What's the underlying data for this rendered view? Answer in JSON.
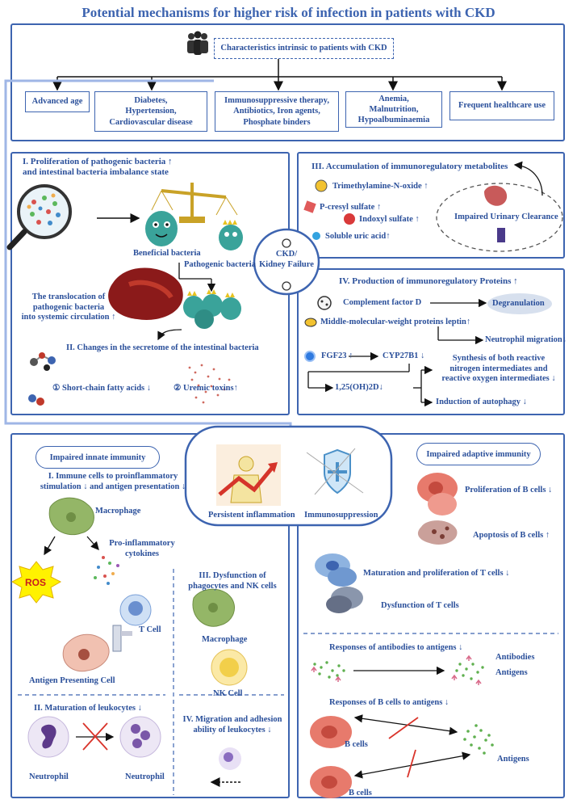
{
  "title": "Potential mechanisms for higher risk of infection in patients with CKD",
  "top": {
    "header": "Characteristics intrinsic to patients with CKD",
    "items": [
      "Advanced age",
      "Diabetes,\nHypertension,\nCardiovascular disease",
      "Immunosuppressive therapy,\nAntibiotics, Iron agents,\nPhosphate binders",
      "Anemia,\nMalnutrition,\nHypoalbuminaemia",
      "Frequent healthcare use"
    ]
  },
  "center_label": "CKD/\nKidney Failure",
  "panel1": {
    "title": "I. Proliferation of pathogenic bacteria ↑\nand intestinal bacteria imbalance state",
    "beneficial": "Beneficial bacteria",
    "pathogenic": "Pathogenic bacteria",
    "translocation": "The translocation of\npathogenic bacteria\ninto systemic circulation ↑",
    "secretome_title": "II. Changes in the secretome of the intestinal bacteria",
    "scfa": "① Short-chain fatty acids ↓",
    "uremic": "② Uremic toxins↑"
  },
  "panel3": {
    "title": "III. Accumulation of immunoregulatory metabolites",
    "items": [
      "Trimethylamine-N-oxide ↑",
      "P-cresyl sulfate ↑",
      "Indoxyl sulfate ↑",
      "Soluble uric acid↑"
    ],
    "clearance": "Impaired Urinary Clearance"
  },
  "panel4": {
    "title": "IV. Production of immunoregulatory Proteins ↑",
    "complement": "Complement factor D",
    "degranulation": "Degranulation",
    "leptin": "Middle-molecular-weight proteins leptin↑",
    "neutrophil_migration": "Neutrophil migration↓",
    "fgf23": "FGF23 ↑",
    "cyp": "CYP27B1 ↓",
    "vitd": "1,25(OH)2D↓",
    "synthesis": "Synthesis of both reactive\nnitrogen intermediates and\nreactive oxygen intermediates ↓",
    "autophagy": "Induction of autophagy ↓"
  },
  "middle": {
    "inflammation": "Persistent inflammation",
    "immunosuppression": "Immunosuppression"
  },
  "innate": {
    "header": "Impaired innate immunity",
    "s1_title": "I. Immune cells to proinflammatory\nstimulation ↓ and antigen presentation ↓",
    "macrophage": "Macrophage",
    "cytokines": "Pro-inflammatory\ncytokines",
    "ros": "ROS",
    "tcell": "T Cell",
    "apc": "Antigen Presenting Cell",
    "s2_title": "II. Maturation of leukocytes ↓",
    "neutrophil_left": "Neutrophil",
    "neutrophil_right": "Neutrophil",
    "s3_title": "III. Dysfunction of\nphagocytes and NK cells",
    "macrophage2": "Macrophage",
    "nk": "NK Cell",
    "s4_title": "IV. Migration and adhesion\nability of leukocytes ↓"
  },
  "adaptive": {
    "header": "Impaired adaptive immunity",
    "b_prolif": "Proliferation of B cells ↓",
    "b_apop": "Apoptosis of B cells ↑",
    "t_matur": "Maturation and proliferation of T cells ↓",
    "t_dys": "Dysfunction of T cells",
    "antibody_resp": "Responses of antibodies to antigens ↓",
    "antibodies": "Antibodies",
    "antigens1": "Antigens",
    "bcell_resp": "Responses of B cells to antigens ↓",
    "bcells1": "B cells",
    "bcells2": "B cells",
    "antigens2": "Antigens"
  },
  "colors": {
    "accent": "#3d64b0",
    "text": "#2a4f9a",
    "red": "#d23c3c",
    "green": "#3fa05a"
  }
}
